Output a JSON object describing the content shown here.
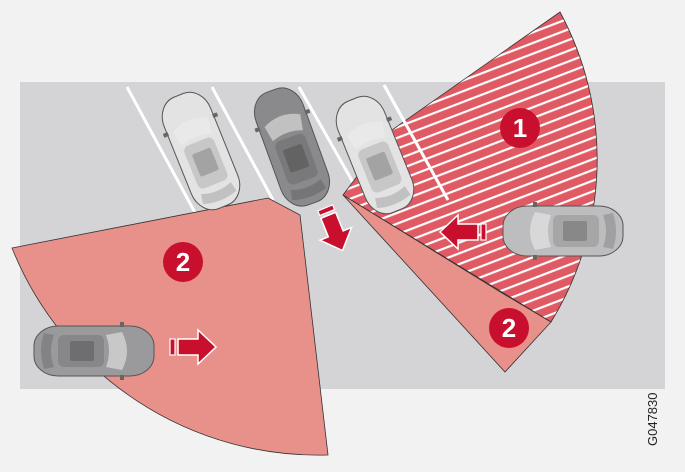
{
  "colors": {
    "background": "#f2f2f2",
    "road": "#d4d4d6",
    "zone_light": "#e8908a",
    "zone_hatched": "#e05a64",
    "marker": "#c8102e",
    "parking_line": "#ffffff"
  },
  "markers": [
    {
      "label": "1",
      "meaning": "zone-1"
    },
    {
      "label": "2",
      "meaning": "zone-2-left"
    },
    {
      "label": "2",
      "meaning": "zone-2-right"
    }
  ],
  "figure_code": "G047830"
}
